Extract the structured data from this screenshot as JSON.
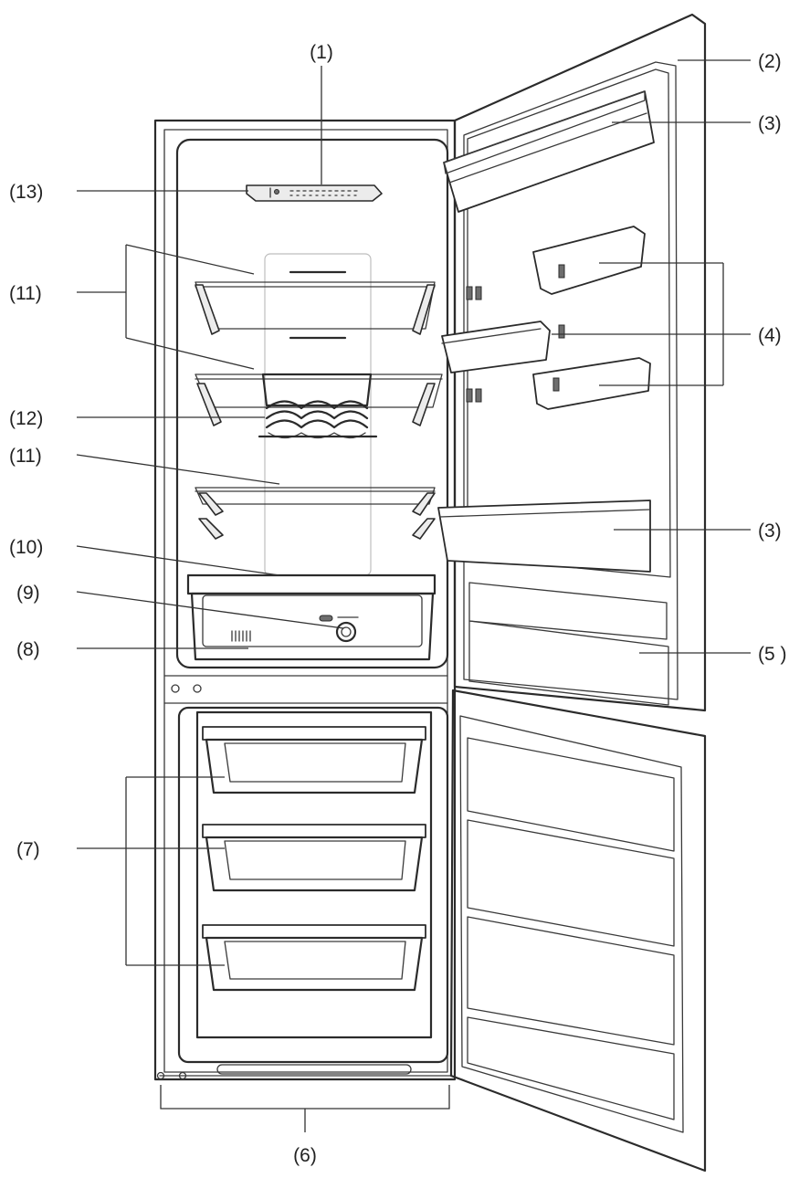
{
  "labels": {
    "l1": "(1)",
    "l2": "(2)",
    "l3a": "(3)",
    "l3b": "(3)",
    "l4": "(4)",
    "l5": "(5 )",
    "l6": "(6)",
    "l7": "(7)",
    "l8": "(8)",
    "l9": "(9)",
    "l10": "(10)",
    "l11a": "(11)",
    "l11b": "(11)",
    "l12": "(12)",
    "l13": "(13)"
  }
}
